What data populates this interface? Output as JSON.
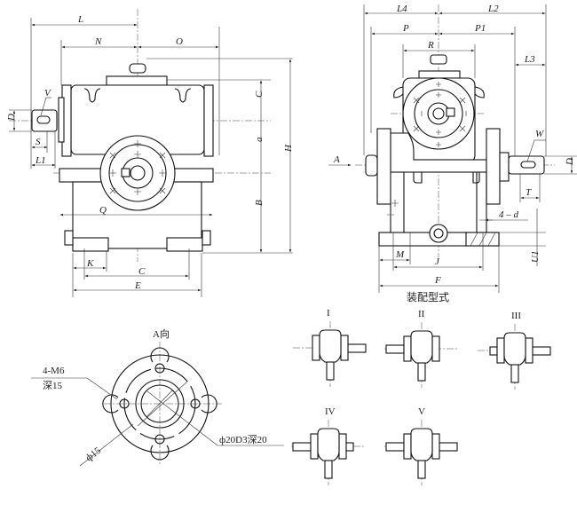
{
  "front_view": {
    "L": "L",
    "N": "N",
    "O": "O",
    "V": "V",
    "D": "D",
    "S": "S",
    "L1": "L1",
    "C_top": "C",
    "a": "a",
    "B": "B",
    "H": "H",
    "Q": "Q",
    "K": "K",
    "C_bottom": "C",
    "E": "E"
  },
  "side_view": {
    "L4": "L4",
    "L2": "L2",
    "P": "P",
    "P1": "P1",
    "R": "R",
    "L3": "L3",
    "W": "W",
    "A": "A",
    "D": "D",
    "T": "T",
    "four_d": "4 – d",
    "M": "M",
    "J": "J",
    "F": "F",
    "U1": "U1",
    "caption": "装配型式"
  },
  "a_view": {
    "title": "A向",
    "thread": "4-M6",
    "depth": "深15",
    "bolt_circle": "ф15",
    "bore": "ф20D3深20"
  },
  "configurations": [
    {
      "label": "I"
    },
    {
      "label": "II"
    },
    {
      "label": "III"
    },
    {
      "label": "IV"
    },
    {
      "label": "V"
    }
  ]
}
